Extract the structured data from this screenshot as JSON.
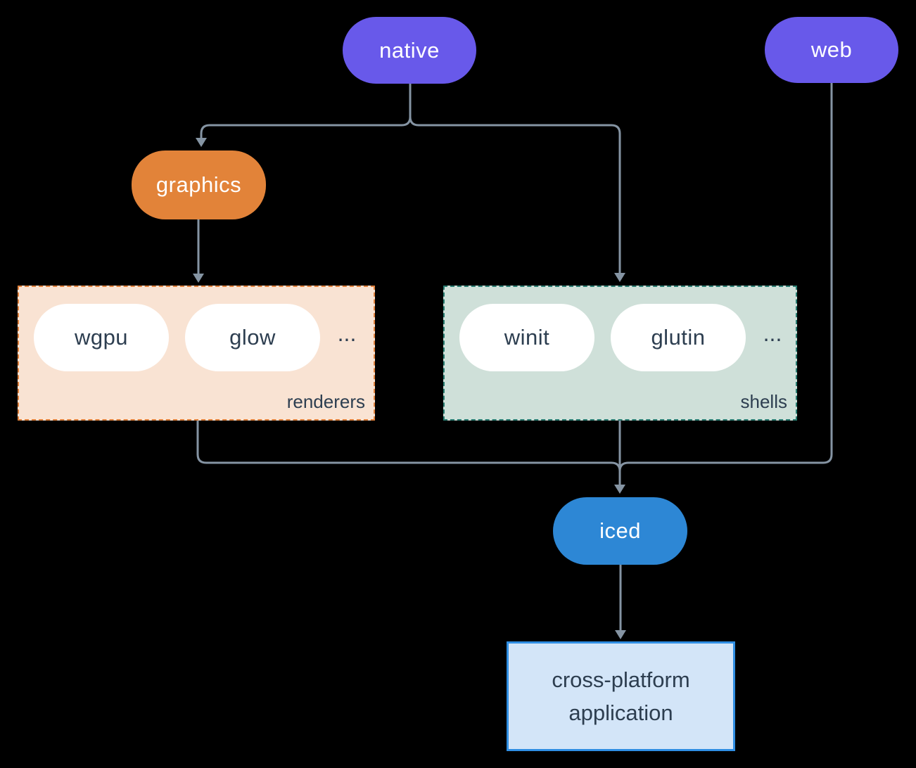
{
  "canvas": {
    "background_color": "#000000",
    "edge_color": "#8594a3"
  },
  "nodes": {
    "native": {
      "label": "native",
      "fill": "#6859ea",
      "text_color": "#ffffff"
    },
    "web": {
      "label": "web",
      "fill": "#6859ea",
      "text_color": "#ffffff"
    },
    "graphics": {
      "label": "graphics",
      "fill": "#e28339",
      "text_color": "#ffffff"
    },
    "iced": {
      "label": "iced",
      "fill": "#2d87d5",
      "text_color": "#ffffff"
    },
    "app": {
      "line1": "cross-platform",
      "line2": "application",
      "fill": "#d3e5f8",
      "border": "#2f8ee3",
      "text_color": "#2d3e50"
    }
  },
  "groups": {
    "renderers": {
      "label": "renderers",
      "items": [
        "wgpu",
        "glow"
      ],
      "ellipsis": "...",
      "fill": "#f9e3d3",
      "border": "#e0813c",
      "item_text_color": "#2d3e50"
    },
    "shells": {
      "label": "shells",
      "items": [
        "winit",
        "glutin"
      ],
      "ellipsis": "...",
      "fill": "#cfe0d9",
      "border": "#2a7d72",
      "item_text_color": "#2d3e50"
    }
  }
}
